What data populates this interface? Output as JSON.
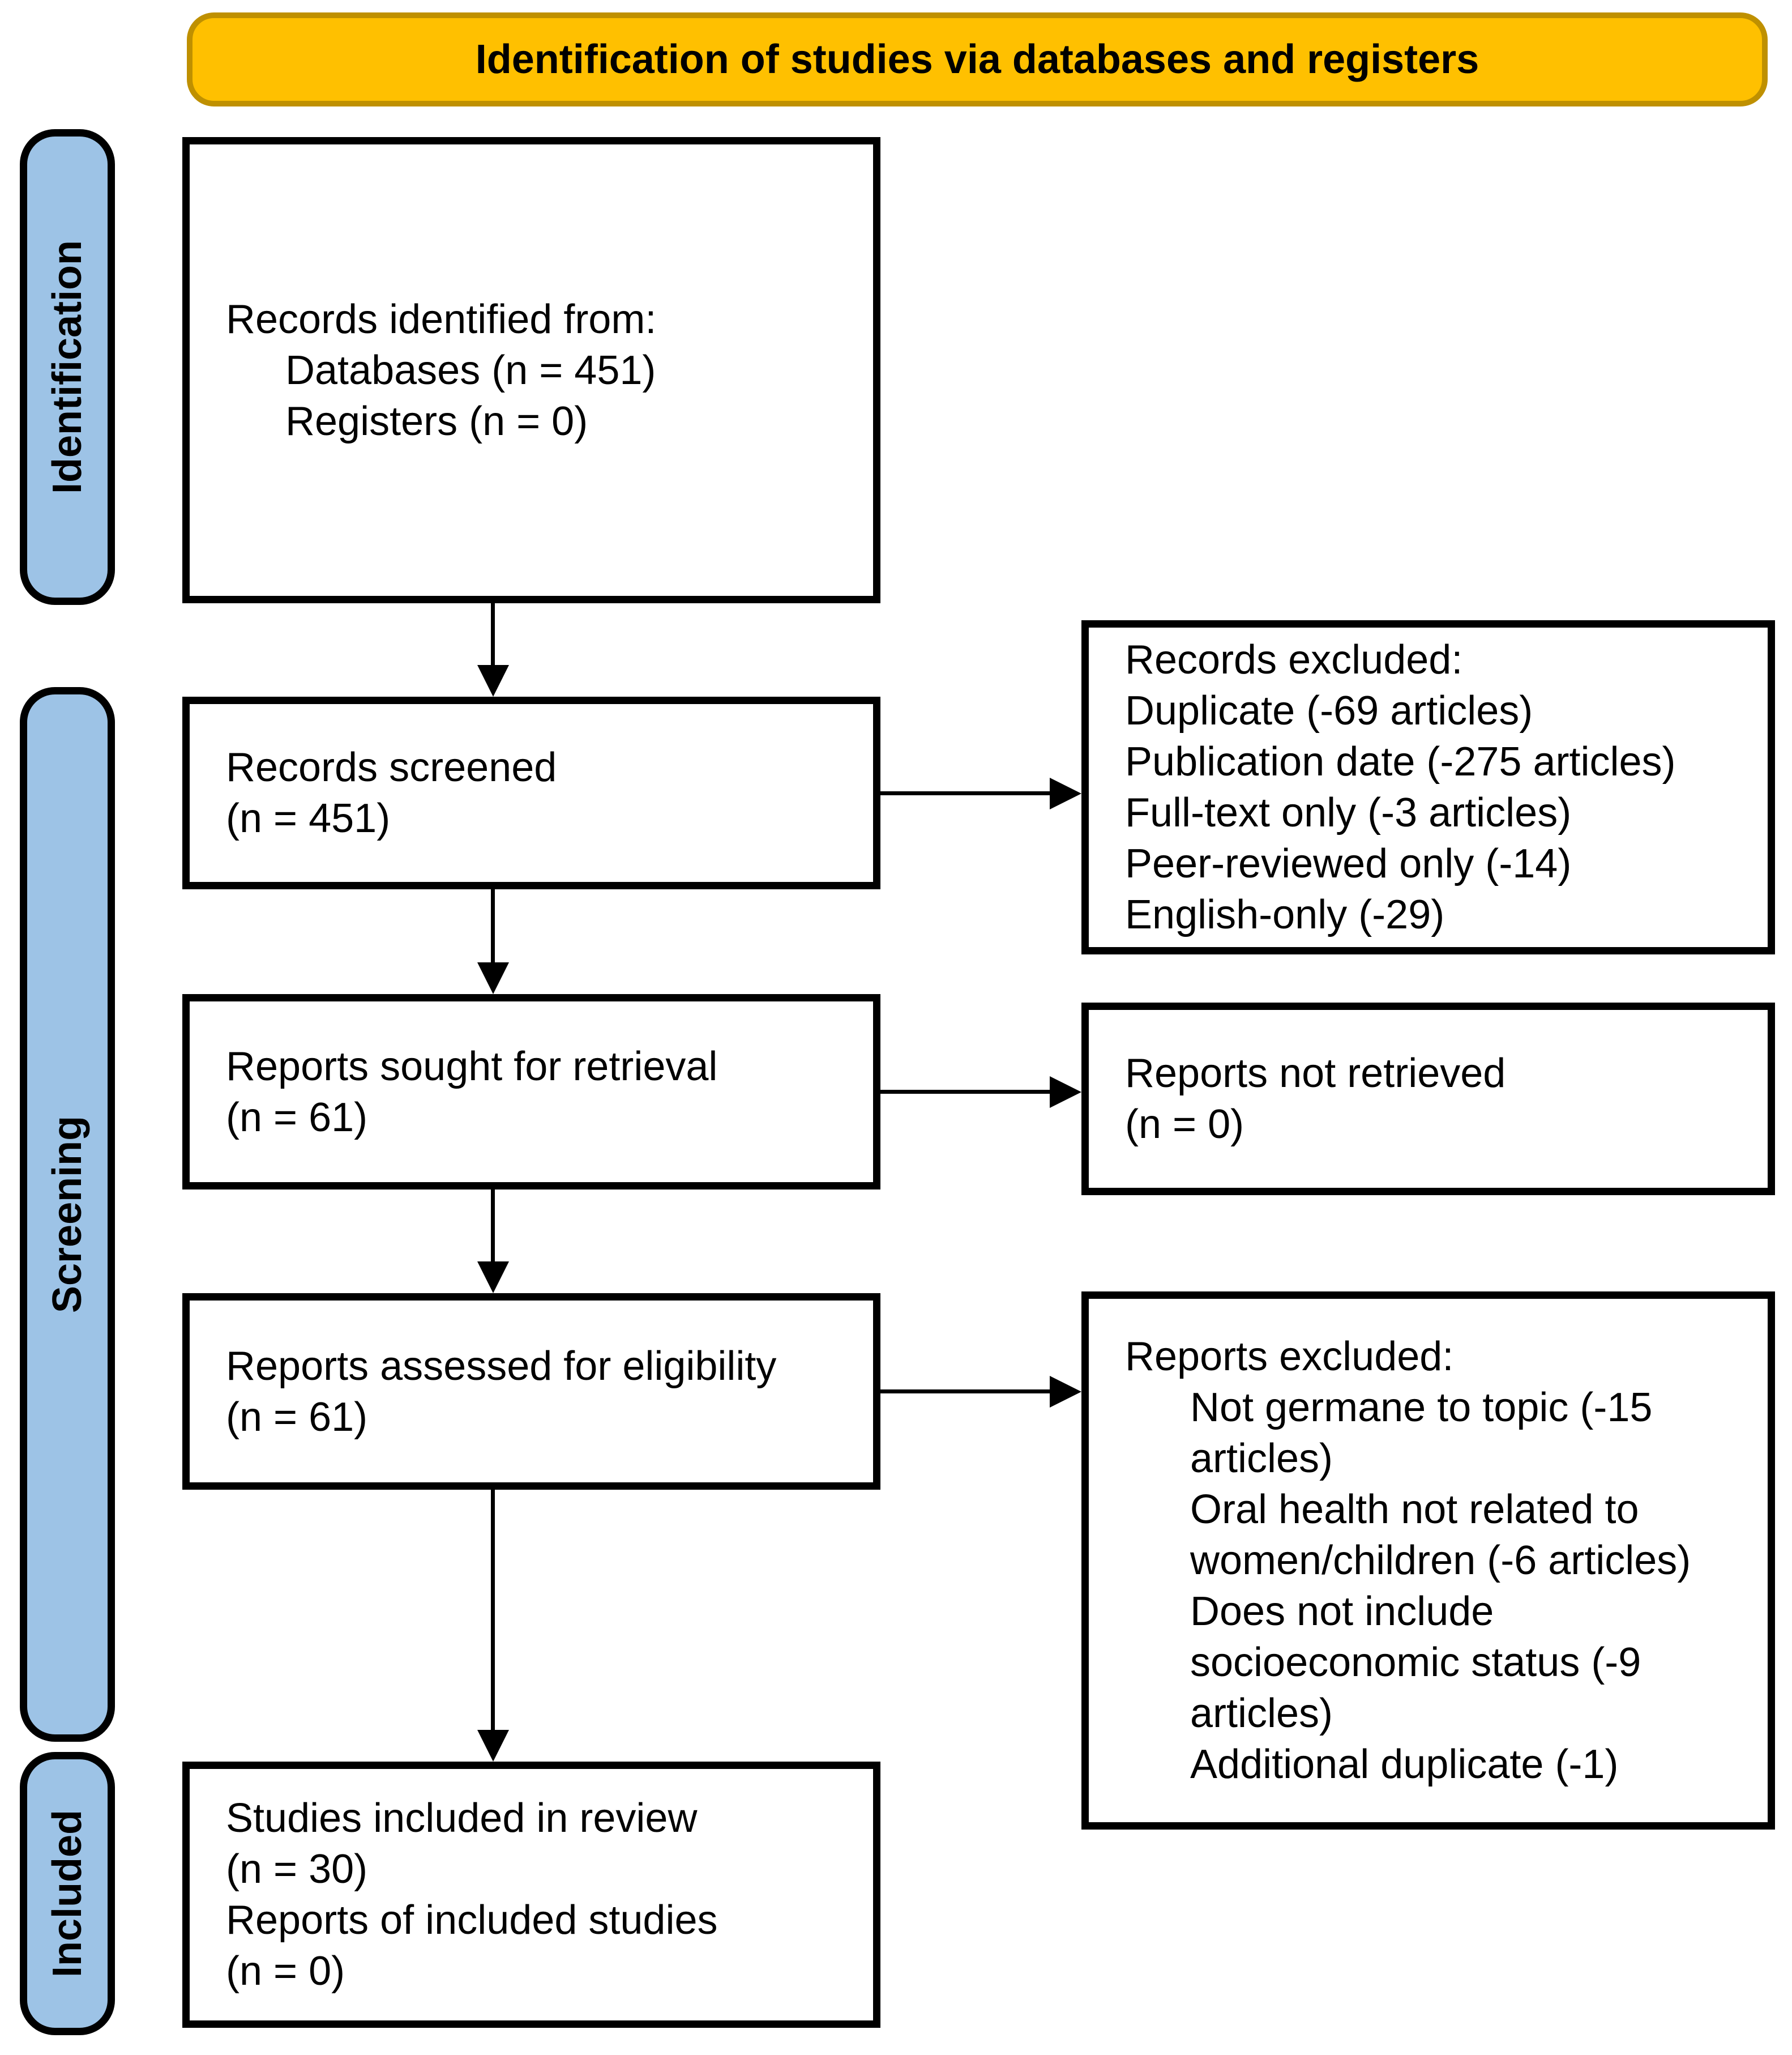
{
  "title": "Identification of studies via databases and registers",
  "stages": [
    {
      "label": "Identification"
    },
    {
      "label": "Screening"
    },
    {
      "label": "Included"
    }
  ],
  "flow": {
    "records_identified": {
      "heading": "Records identified from:",
      "items": [
        "Databases (n = 451)",
        "Registers (n = 0)"
      ]
    },
    "records_screened": {
      "lines": [
        "Records screened",
        "(n = 451)"
      ]
    },
    "reports_sought": {
      "lines": [
        "Reports sought for retrieval",
        "(n = 61)"
      ]
    },
    "reports_assessed": {
      "lines": [
        "Reports assessed for eligibility",
        "(n = 61)"
      ]
    },
    "studies_included": {
      "lines": [
        "Studies included in review",
        "(n = 30)",
        "Reports of included studies",
        "(n = 0)"
      ]
    }
  },
  "exclusions": {
    "records_excluded": {
      "heading": "Records excluded:",
      "items": [
        "Duplicate (-69 articles)",
        "Publication date (-275 articles)",
        "Full-text only (-3 articles)",
        "Peer-reviewed only (-14)",
        "English-only (-29)"
      ]
    },
    "reports_not_retrieved": {
      "lines": [
        "Reports not retrieved",
        "(n = 0)"
      ]
    },
    "reports_excluded": {
      "heading": "Reports excluded:",
      "items": [
        "Not germane to topic (-15 articles)",
        "Oral health not related to women/children (-6 articles)",
        "Does not include socioeconomic status (-9 articles)",
        "Additional duplicate (-1)"
      ]
    }
  },
  "colors": {
    "banner_fill": "#FFC000",
    "banner_border": "#BF9000",
    "stage_fill": "#9DC3E6",
    "outline": "#000000",
    "text": "#000000"
  }
}
